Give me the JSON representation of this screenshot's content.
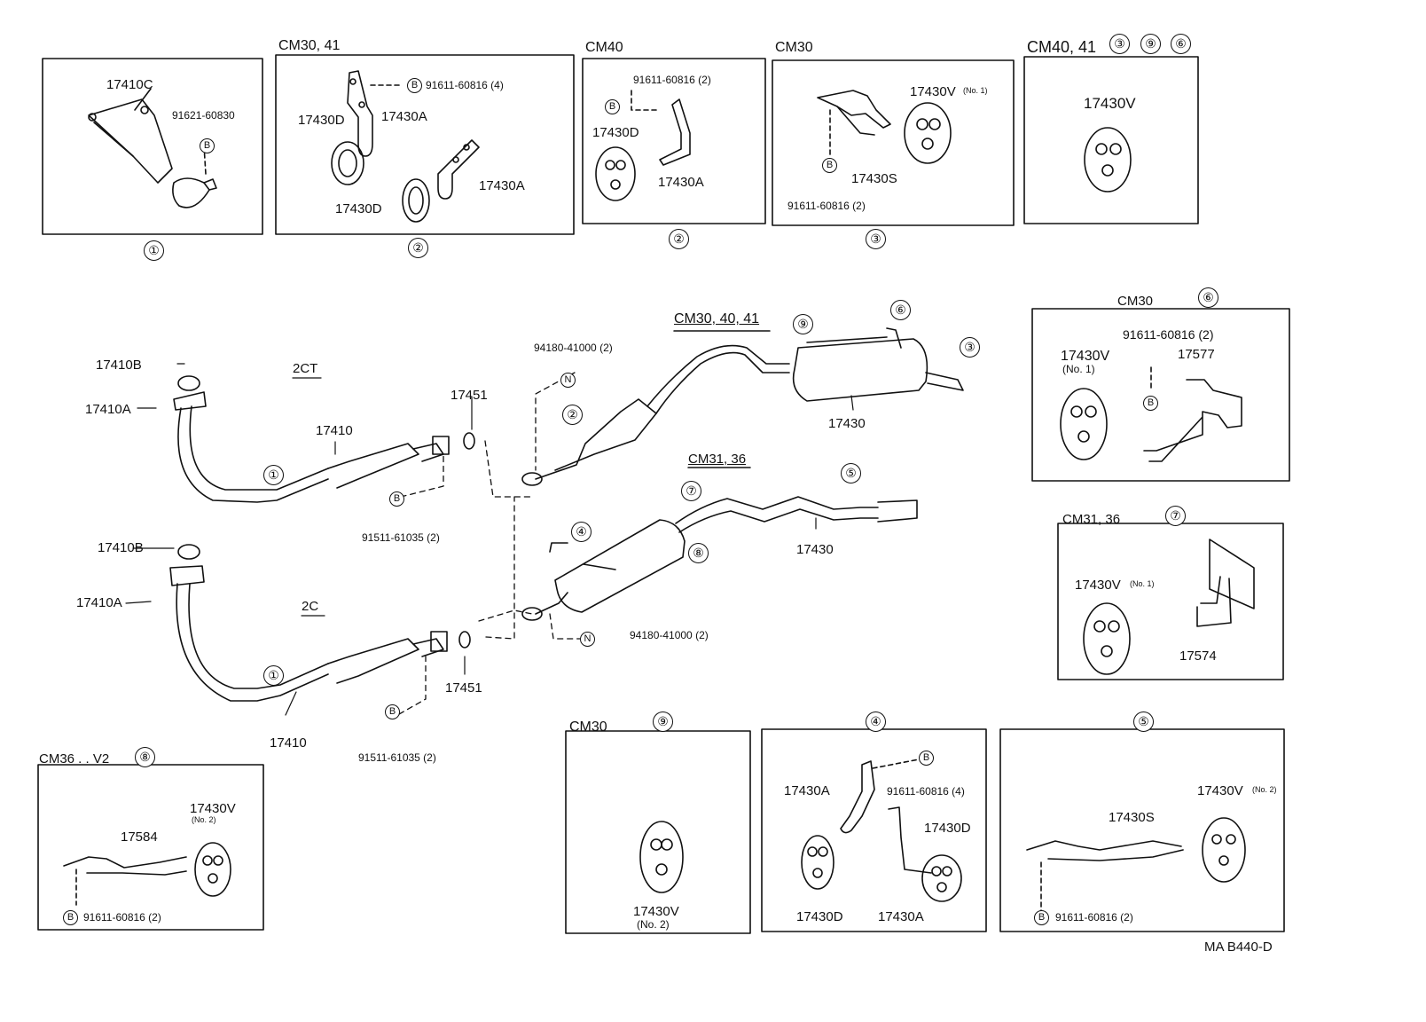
{
  "diagram": {
    "code": "MA  B440-D",
    "engines": {
      "top": "2CT",
      "bottom": "2C"
    },
    "symbols": {
      "bolt": "B",
      "nut": "N"
    },
    "callouts": {
      "c1": "①",
      "c2": "②",
      "c3": "③",
      "c4": "④",
      "c5": "⑤",
      "c6": "⑥",
      "c7": "⑦",
      "c8": "⑧",
      "c9": "⑨"
    },
    "boxes": {
      "b1": {
        "parts": [
          "17410C",
          "91621-60830"
        ]
      },
      "b2": {
        "title": "CM30, 41",
        "parts": [
          "91611-60816 (4)",
          "17430D",
          "17430A",
          "17430A",
          "17430D"
        ]
      },
      "b3": {
        "title": "CM40",
        "parts": [
          "91611-60816 (2)",
          "17430D",
          "17430A"
        ]
      },
      "b4": {
        "title": "CM30",
        "parts": [
          "17430V",
          "(No. 1)",
          "17430S",
          "91611-60816 (2)"
        ]
      },
      "b5": {
        "title": "CM40, 41",
        "parts": [
          "17430V"
        ]
      },
      "b6": {
        "title": "CM30",
        "parts": [
          "91611-60816 (2)",
          "17430V",
          "(No. 1)",
          "17577"
        ]
      },
      "b7": {
        "title": "CM31, 36",
        "parts": [
          "17430V",
          "(No. 1)",
          "17574"
        ]
      },
      "b8": {
        "title": "CM36 . . V2",
        "parts": [
          "17430V",
          "(No. 2)",
          "17584",
          "91611-60816 (2)"
        ]
      },
      "b9": {
        "title": "CM30",
        "parts": [
          "17430V",
          "(No. 2)"
        ]
      },
      "b10": {
        "parts": [
          "17430A",
          "91611-60816 (4)",
          "17430D",
          "17430D",
          "17430A"
        ]
      },
      "b11": {
        "parts": [
          "17430V",
          "(No. 2)",
          "17430S",
          "91611-60816 (2)"
        ]
      }
    },
    "main": {
      "variant_top": "CM30, 40, 41",
      "variant_bottom": "CM31, 36",
      "labels": {
        "p17410B_top": "17410B",
        "p17410A_top": "17410A",
        "p17410_top": "17410",
        "p17451_top": "17451",
        "p91511_top": "91511-61035 (2)",
        "p94180_top": "94180-41000 (2)",
        "p17430_top": "17430",
        "p17410B_bot": "17410B",
        "p17410A_bot": "17410A",
        "p17410_bot": "17410",
        "p17451_bot": "17451",
        "p91511_bot": "91511-61035 (2)",
        "p94180_bot": "94180-41000 (2)",
        "p17430_bot": "17430"
      }
    }
  }
}
